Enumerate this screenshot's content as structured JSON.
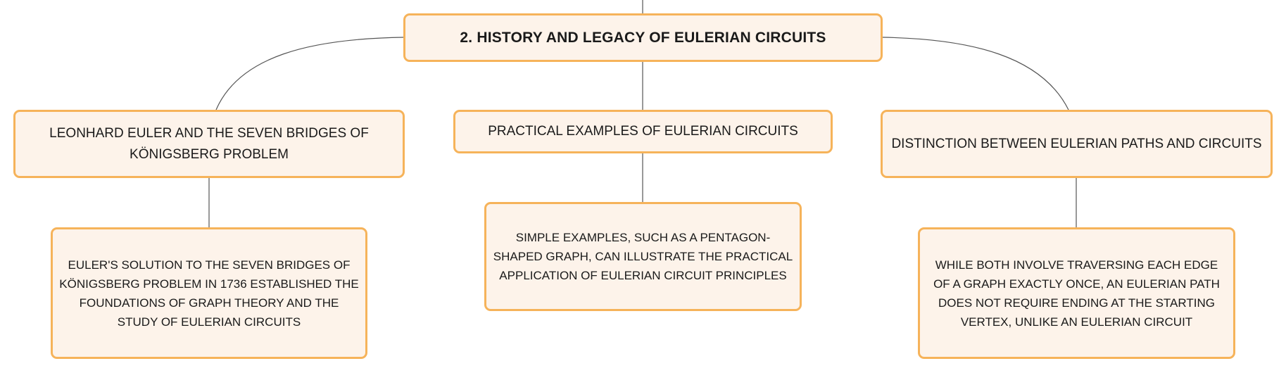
{
  "diagram": {
    "root": {
      "label": "2. HISTORY AND LEGACY OF EULERIAN CIRCUITS"
    },
    "branches": [
      {
        "label": "LEONHARD EULER AND THE SEVEN BRIDGES OF KÖNIGSBERG PROBLEM",
        "child": "EULER'S SOLUTION TO THE SEVEN BRIDGES OF KÖNIGSBERG PROBLEM IN 1736 ESTABLISHED THE FOUNDATIONS OF GRAPH THEORY AND THE STUDY OF EULERIAN CIRCUITS"
      },
      {
        "label": "PRACTICAL EXAMPLES OF EULERIAN CIRCUITS",
        "child": "SIMPLE EXAMPLES, SUCH AS A PENTAGON-SHAPED GRAPH, CAN ILLUSTRATE THE PRACTICAL APPLICATION OF EULERIAN CIRCUIT PRINCIPLES"
      },
      {
        "label": "DISTINCTION BETWEEN EULERIAN PATHS AND CIRCUITS",
        "child": "WHILE BOTH INVOLVE TRAVERSING EACH EDGE OF A GRAPH EXACTLY ONCE, AN EULERIAN PATH DOES NOT REQUIRE ENDING AT THE STARTING VERTEX, UNLIKE AN EULERIAN CIRCUIT"
      }
    ],
    "colors": {
      "node_fill": "#fdf3ea",
      "node_border": "#f6b35a",
      "connector": "#555555"
    }
  }
}
